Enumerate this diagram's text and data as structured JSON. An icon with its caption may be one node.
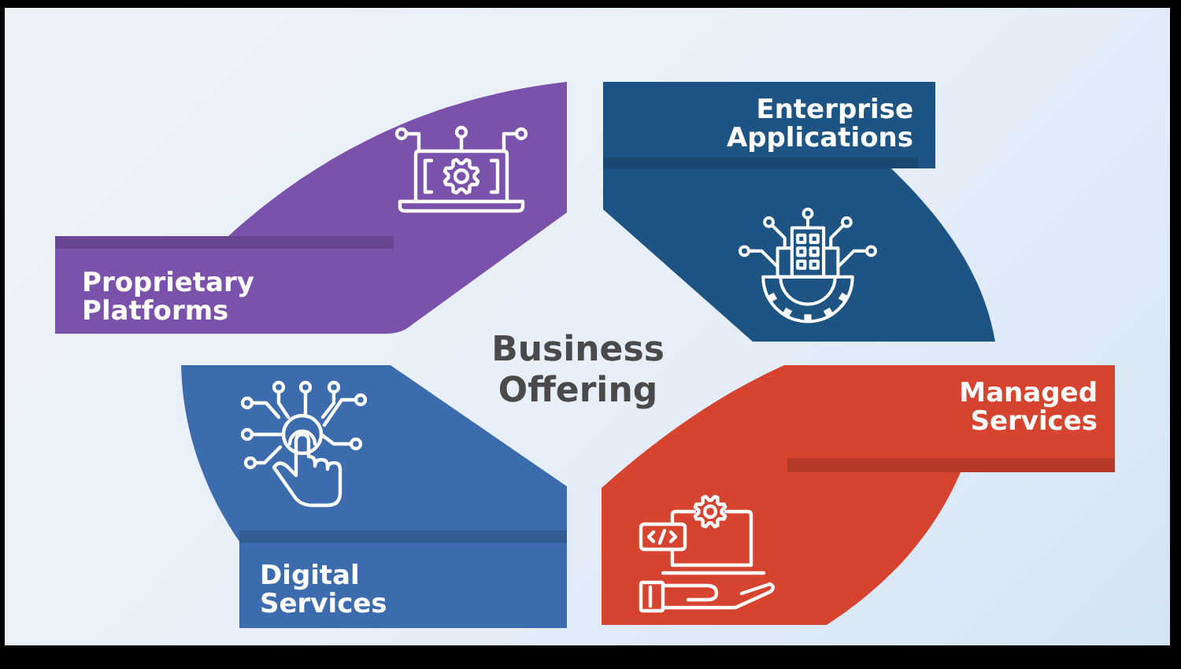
{
  "diagram": {
    "title": "Business Offering",
    "nodes": [
      {
        "text": [
          "Proprietary Platforms"
        ]
      },
      {
        "text": [
          "Enterprise Applications"
        ]
      },
      {
        "text": [
          "Managed Services"
        ]
      },
      {
        "text": [
          "Digital Services"
        ]
      }
    ]
  }
}
